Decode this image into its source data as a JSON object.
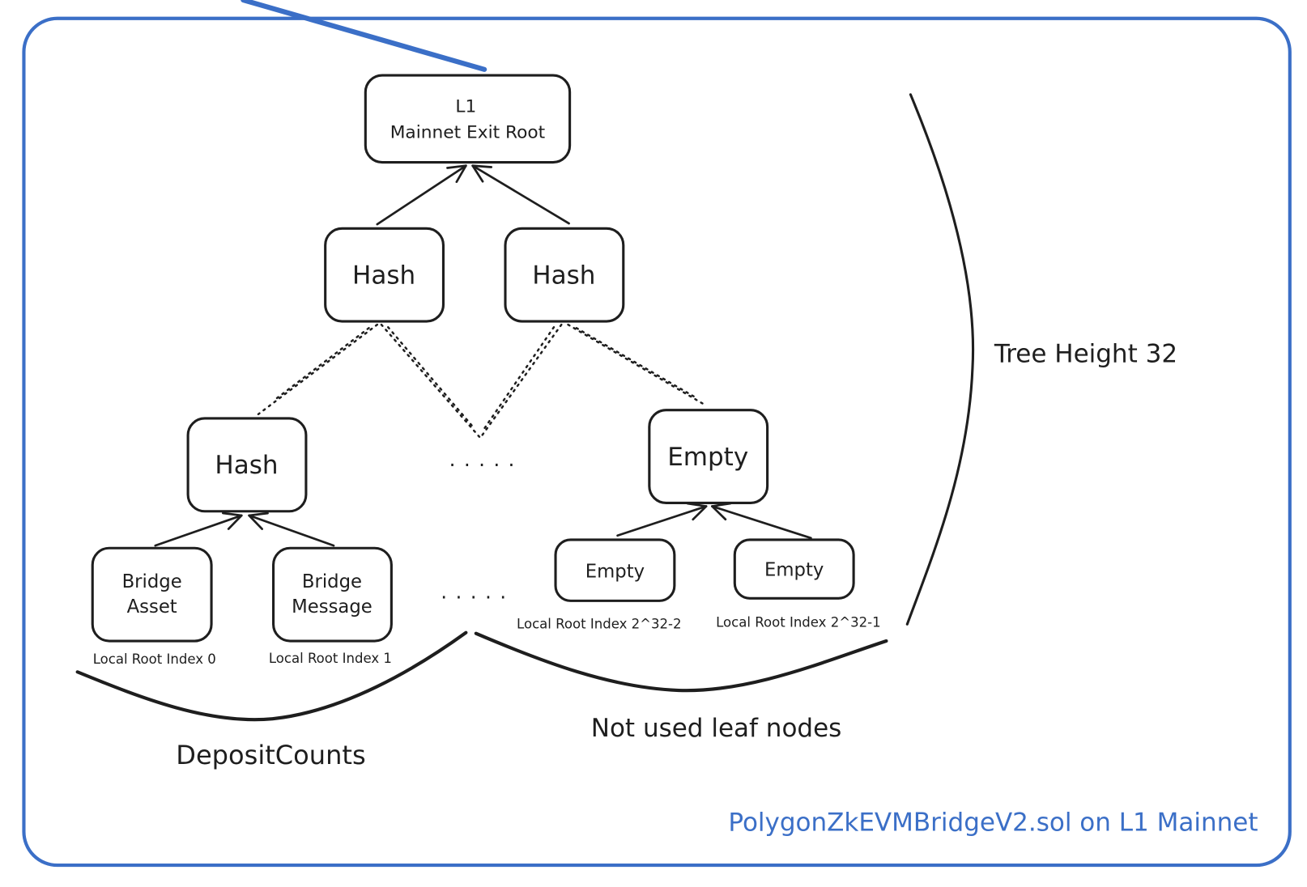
{
  "diagram": {
    "nodes": {
      "root": {
        "lines": [
          "L1",
          "Mainnet Exit Root"
        ]
      },
      "hash_left": {
        "label": "Hash"
      },
      "hash_right": {
        "label": "Hash"
      },
      "hash_leaf_parent": {
        "label": "Hash"
      },
      "empty_parent": {
        "label": "Empty"
      },
      "leaf_bridge_asset": {
        "lines": [
          "Bridge",
          "Asset"
        ]
      },
      "leaf_bridge_message": {
        "lines": [
          "Bridge",
          "Message"
        ]
      },
      "leaf_empty_1": {
        "label": "Empty"
      },
      "leaf_empty_2": {
        "label": "Empty"
      }
    },
    "leaf_index_labels": [
      "Local Root Index 0",
      "Local Root Index 1",
      "Local Root Index 2^32-2",
      "Local Root Index 2^32-1"
    ],
    "ellipses": [
      ".....",
      "....."
    ],
    "tree_height_label": "Tree Height 32",
    "deposit_counts_label": "DepositCounts",
    "unused_leaves_label": "Not used leaf nodes",
    "contract_label": "PolygonZkEVMBridgeV2.sol on L1 Mainnet"
  },
  "colors": {
    "accent": "#3b6fc7",
    "stroke": "#1e1e1e",
    "background": "#ffffff"
  }
}
